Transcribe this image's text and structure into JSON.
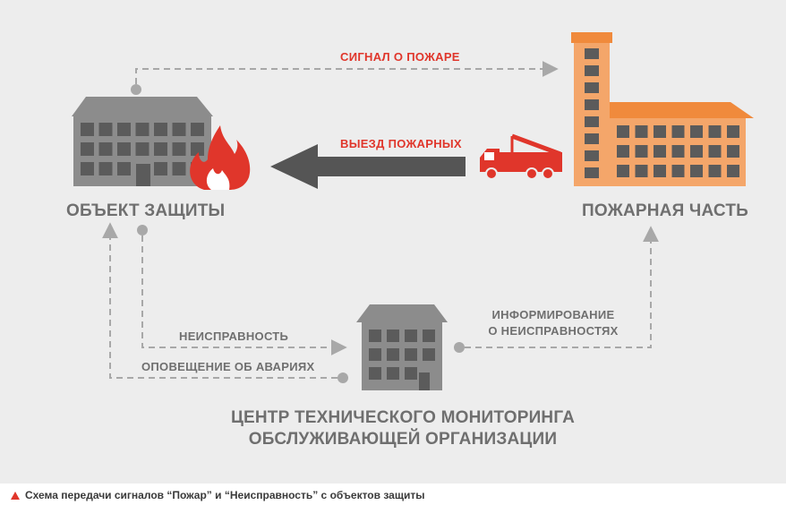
{
  "nodes": {
    "protected_object": "ОБЪЕКТ ЗАЩИТЫ",
    "fire_station": "ПОЖАРНАЯ ЧАСТЬ",
    "monitoring_center_line1": "ЦЕНТР ТЕХНИЧЕСКОГО МОНИТОРИНГА",
    "monitoring_center_line2": "ОБСЛУЖИВАЮЩЕЙ ОРГАНИЗАЦИИ"
  },
  "edges": {
    "fire_signal": "СИГНАЛ О ПОЖАРЕ",
    "fire_departure": "ВЫЕЗД ПОЖАРНЫХ",
    "malfunction": "НЕИСПРАВНОСТЬ",
    "accident_alert": "ОПОВЕЩЕНИЕ ОБ АВАРИЯХ",
    "inform_line1": "ИНФОРМИРОВАНИЕ",
    "inform_line2": "О НЕИСПРАВНОСТЯХ"
  },
  "caption": "Схема передачи сигналов “Пожар” и “Неисправность” с объектов защиты",
  "colors": {
    "background": "#ededed",
    "building_gray": "#8c8c8c",
    "window_dark": "#5b5b5b",
    "dashed_line": "#a8a8a8",
    "accent_red": "#e0362b",
    "station_orange": "#f4a66a",
    "station_roof": "#f08a3c",
    "arrow_dark": "#555555"
  },
  "icons": [
    "office-building-icon",
    "flame-icon",
    "fire-station-icon",
    "fire-truck-icon",
    "monitoring-building-icon"
  ]
}
